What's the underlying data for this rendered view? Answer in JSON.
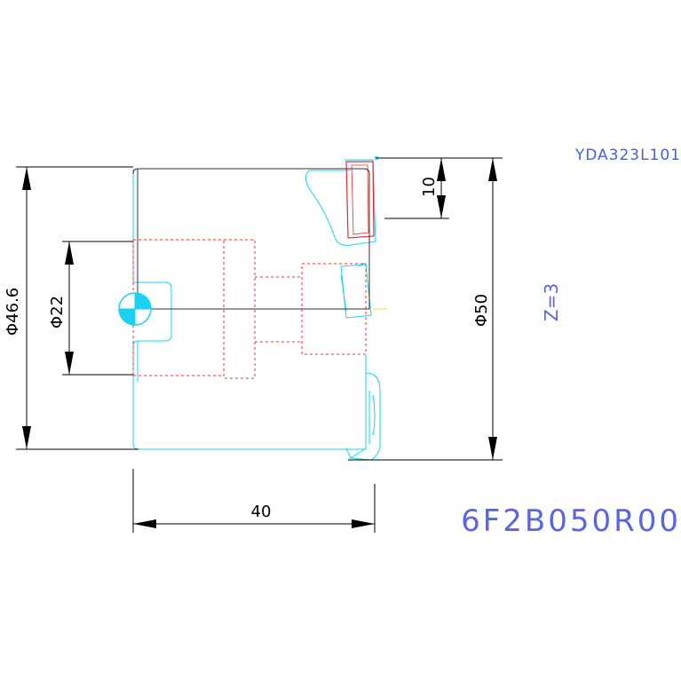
{
  "drawing": {
    "reference_code": "YDA323L101",
    "part_code": "6F2B050R00",
    "teeth_count": "Z=3",
    "dimensions": {
      "outer_diameter_body": "Φ46.6",
      "bore_diameter": "Φ22",
      "cutting_diameter": "Φ50",
      "insert_height": "10",
      "body_length": "40"
    },
    "colors": {
      "outline": "#19d3f0",
      "hidden": "#ff2b2b",
      "dimension": "#000000",
      "annotation": "#5a66e0"
    }
  }
}
